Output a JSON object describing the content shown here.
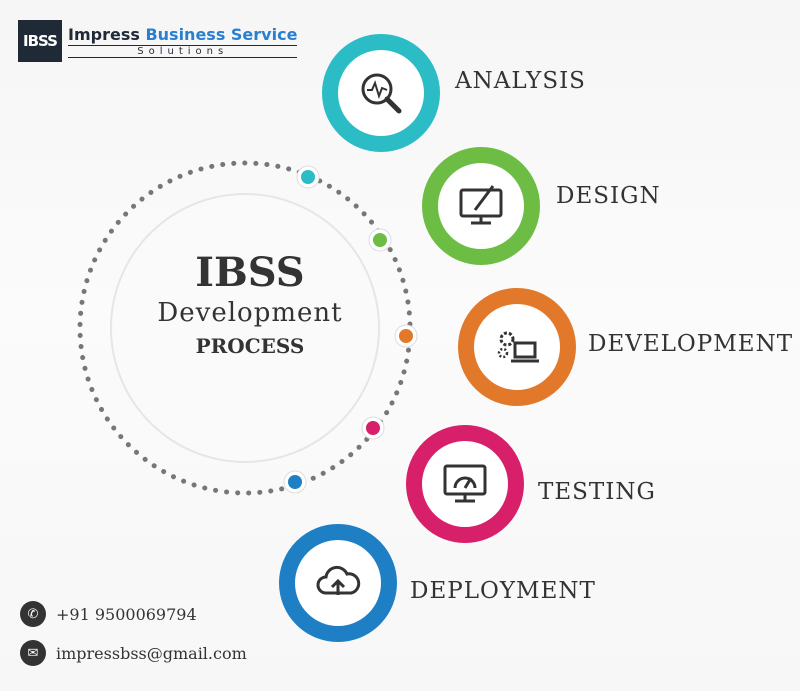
{
  "logo": {
    "mark": "IBSS",
    "name_part1": "Impress",
    "name_part2": "Business Service",
    "subtitle": "Solutions"
  },
  "center": {
    "line1": "IBSS",
    "line2": "Development",
    "line3": "PROCESS"
  },
  "steps": [
    {
      "label": "ANALYSIS",
      "color": "#2bbcc6",
      "icon": "magnifier-pulse-icon"
    },
    {
      "label": "DESIGN",
      "color": "#6dbd45",
      "icon": "monitor-pen-icon"
    },
    {
      "label": "DEVELOPMENT",
      "color": "#e2792a",
      "icon": "gears-laptop-icon"
    },
    {
      "label": "TESTING",
      "color": "#d81f6a",
      "icon": "speed-monitor-icon"
    },
    {
      "label": "DEPLOYMENT",
      "color": "#1e7fc4",
      "icon": "cloud-upload-icon"
    }
  ],
  "contact": {
    "phone": "+91 9500069794",
    "email": "impressbss@gmail.com"
  }
}
